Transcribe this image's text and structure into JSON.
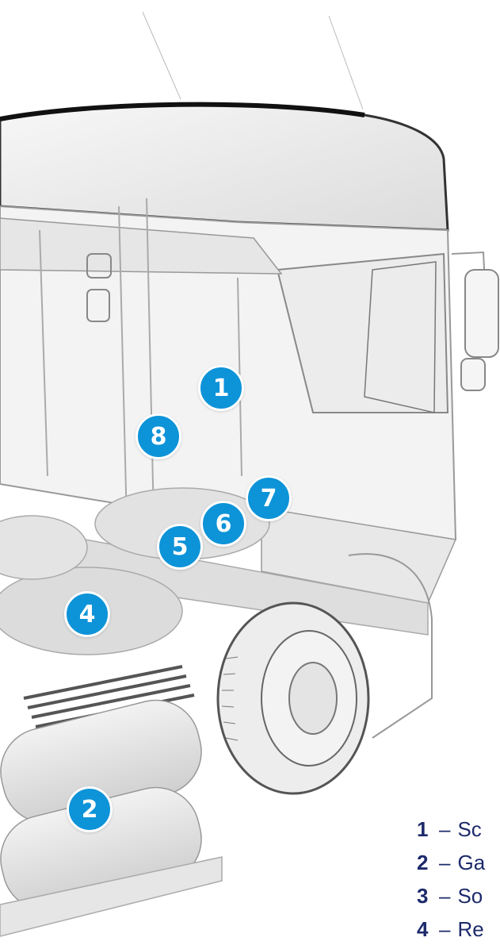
{
  "markers": [
    "1",
    "8",
    "7",
    "6",
    "5",
    "4",
    "2"
  ],
  "legend": [
    {
      "num": "1",
      "sep": "–",
      "text": "Sc"
    },
    {
      "num": "2",
      "sep": "–",
      "text": "Ga"
    },
    {
      "num": "3",
      "sep": "–",
      "text": "So"
    },
    {
      "num": "4",
      "sep": "–",
      "text": "Re"
    }
  ],
  "colors": {
    "marker": "#0d93d8",
    "legend_text": "#1d2a6b"
  }
}
